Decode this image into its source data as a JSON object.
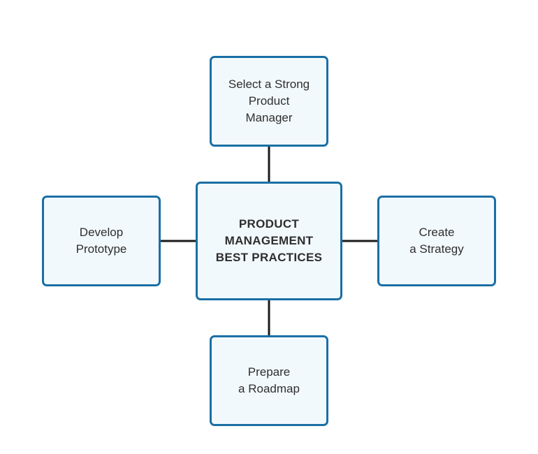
{
  "colors": {
    "node_border": "#1a6fa5",
    "node_fill": "#f2f9fc",
    "connector": "#1a1a1a",
    "text": "#2e2e2e"
  },
  "center": {
    "label": "PRODUCT\nMANAGEMENT\nBEST PRACTICES"
  },
  "nodes": {
    "top": {
      "label": "Select a Strong\nProduct\nManager"
    },
    "left": {
      "label": "Develop\nPrototype"
    },
    "right": {
      "label": "Create\na Strategy"
    },
    "bottom": {
      "label": "Prepare\na Roadmap"
    }
  }
}
